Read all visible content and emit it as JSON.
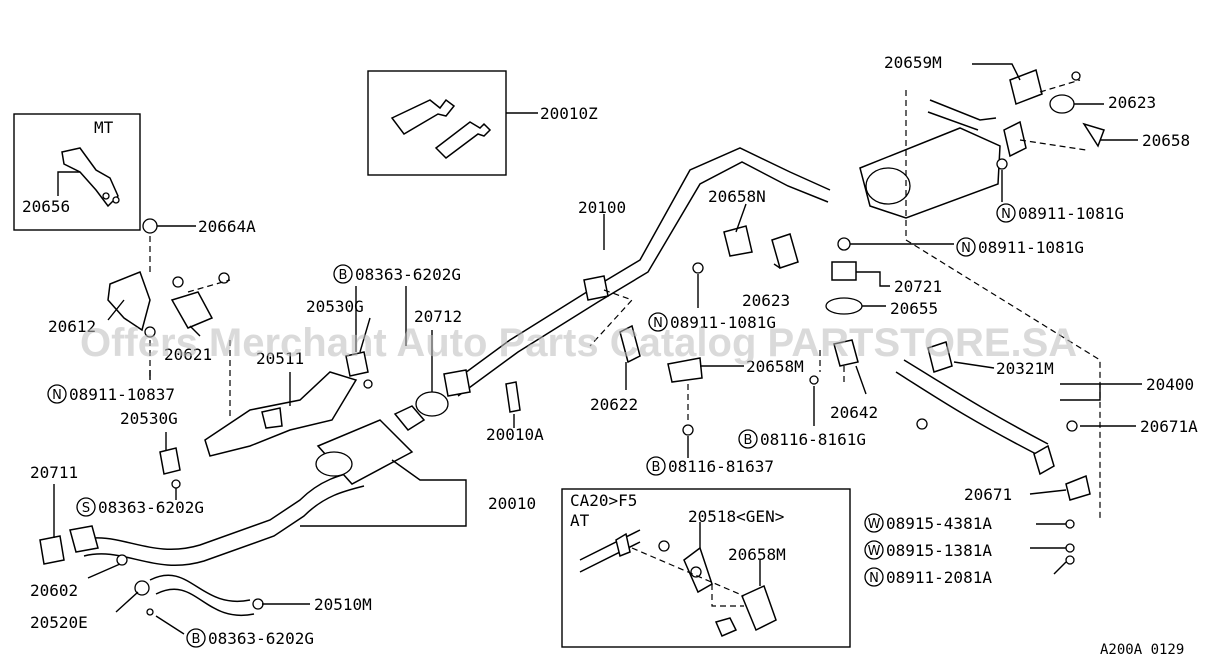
{
  "diagram_id": "A200A 0129",
  "watermark": "Offers Merchant Auto Parts Catalog PARTSTORE.SA",
  "insets": {
    "mt": {
      "title": "MT",
      "part": "20656"
    },
    "tool": {
      "part": "20010Z"
    },
    "at": {
      "line1": "CA20>F5",
      "line2": "AT",
      "part_a": "20518<GEN>",
      "part_b": "20658M"
    }
  },
  "prefix_letters": {
    "n": "N",
    "b": "B",
    "s": "S",
    "w": "W"
  },
  "labels": {
    "p20664a": "20664A",
    "p08363_6202g_a": "08363-6202G",
    "p20612": "20612",
    "p20621": "20621",
    "p08911_10837": "08911-10837",
    "p20530g_a": "20530G",
    "p20511": "20511",
    "p20530g_b": "20530G",
    "p20712": "20712",
    "p20010a": "20010A",
    "p20711": "20711",
    "p08363_6202g_b": "08363-6202G",
    "p20010": "20010",
    "p20602": "20602",
    "p20520e": "20520E",
    "p20510m": "20510M",
    "p08363_6202g_c": "08363-6202G",
    "p20100": "20100",
    "p20658n": "20658N",
    "p20623_a": "20623",
    "p08911_1081g_a": "08911-1081G",
    "p20622": "20622",
    "p20658m": "20658M",
    "p08116_81637": "08116-81637",
    "p20659m": "20659M",
    "p20623_b": "20623",
    "p20658": "20658",
    "p08911_1081g_b": "08911-1081G",
    "p08911_1081g_c": "08911-1081G",
    "p20721": "20721",
    "p20655": "20655",
    "p20321m": "20321M",
    "p20400": "20400",
    "p20642": "20642",
    "p08116_8161g": "08116-8161G",
    "p20671a": "20671A",
    "p20671": "20671",
    "p08915_4381a": "08915-4381A",
    "p08915_1381a": "08915-1381A",
    "p08911_2081a": "08911-2081A"
  }
}
